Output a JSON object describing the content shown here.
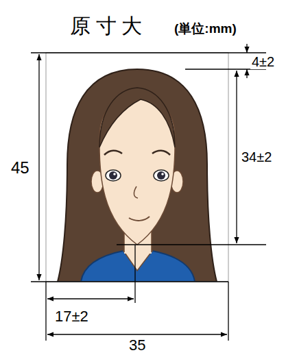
{
  "diagram": {
    "labels": [
      "原 寸 大",
      "(単位:mm)",
      "45",
      "4±2",
      "34±2",
      "17±2",
      "35"
    ]
  }
}
